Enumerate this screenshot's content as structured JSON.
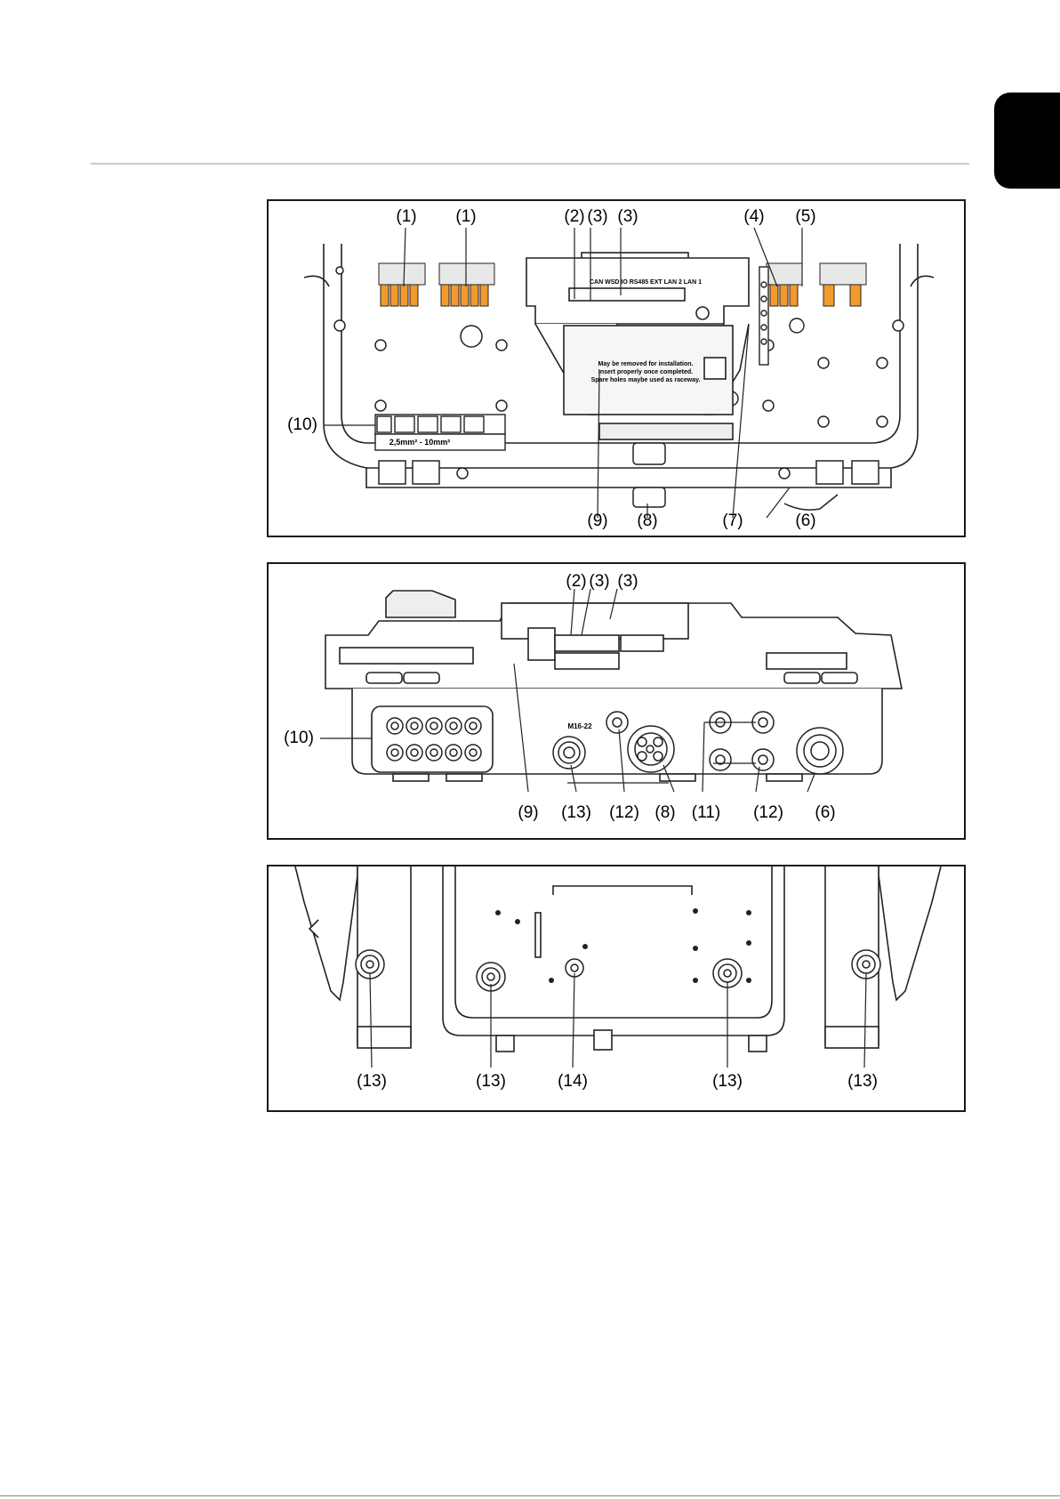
{
  "side_tab": {
    "color": "#000000"
  },
  "accent": {
    "terminal_orange": "#f29a2e"
  },
  "panel1": {
    "labels": {
      "l1a": "(1)",
      "l1b": "(1)",
      "l2": "(2)",
      "l3a": "(3)",
      "l3b": "(3)",
      "l4": "(4)",
      "l5": "(5)",
      "l10": "(10)",
      "l9": "(9)",
      "l8": "(8)",
      "l7": "(7)",
      "l6": "(6)"
    },
    "tiny_text": {
      "terminals": "CAN  WSD  IO  RS485  EXT  LAN 2    LAN 1",
      "cover_line1": "May be removed for installation.",
      "cover_line2": "Insert properly once completed.",
      "cover_line3": "Spare holes maybe used as raceway.",
      "wire_range": "2,5mm² - 10mm²"
    }
  },
  "panel2": {
    "labels": {
      "l2": "(2)",
      "l3a": "(3)",
      "l3b": "(3)",
      "l10": "(10)",
      "l9": "(9)",
      "l13": "(13)",
      "l12a": "(12)",
      "l8": "(8)",
      "l11": "(11)",
      "l12b": "(12)",
      "l6": "(6)"
    },
    "tiny_text": {
      "m16": "M16-22"
    }
  },
  "panel3": {
    "labels": {
      "l13a": "(13)",
      "l13b": "(13)",
      "l14": "(14)",
      "l13c": "(13)",
      "l13d": "(13)"
    }
  }
}
